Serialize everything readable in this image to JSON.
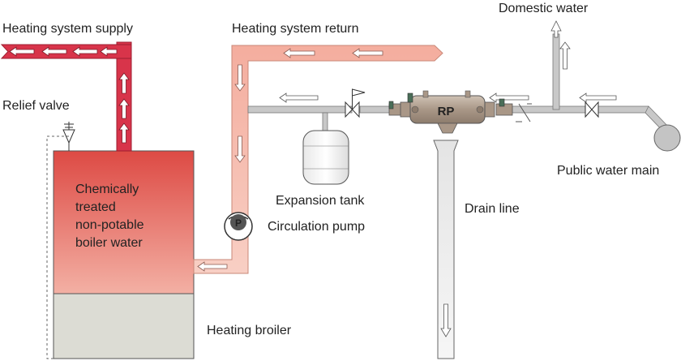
{
  "labels": {
    "supply": "Heating system supply",
    "return": "Heating system return",
    "domestic": "Domestic water",
    "relief": "Relief valve",
    "boiler_water": [
      "Chemically",
      "treated",
      "non-potable",
      "boiler water"
    ],
    "expansion": "Expansion tank",
    "pump": "Circulation pump",
    "drain": "Drain line",
    "main": "Public water main",
    "broiler": "Heating broiler",
    "rp": "RP",
    "pump_letter": "P"
  },
  "colors": {
    "supply_pipe": "#d8344a",
    "return_pipe": "#f4b4a4",
    "water_pipe": "#c8c8c8",
    "boiler_top": "#dd4a44",
    "boiler_bottom": "#f0aaa0",
    "boiler_base": "#dcdcd4",
    "device": "#b8a898"
  }
}
